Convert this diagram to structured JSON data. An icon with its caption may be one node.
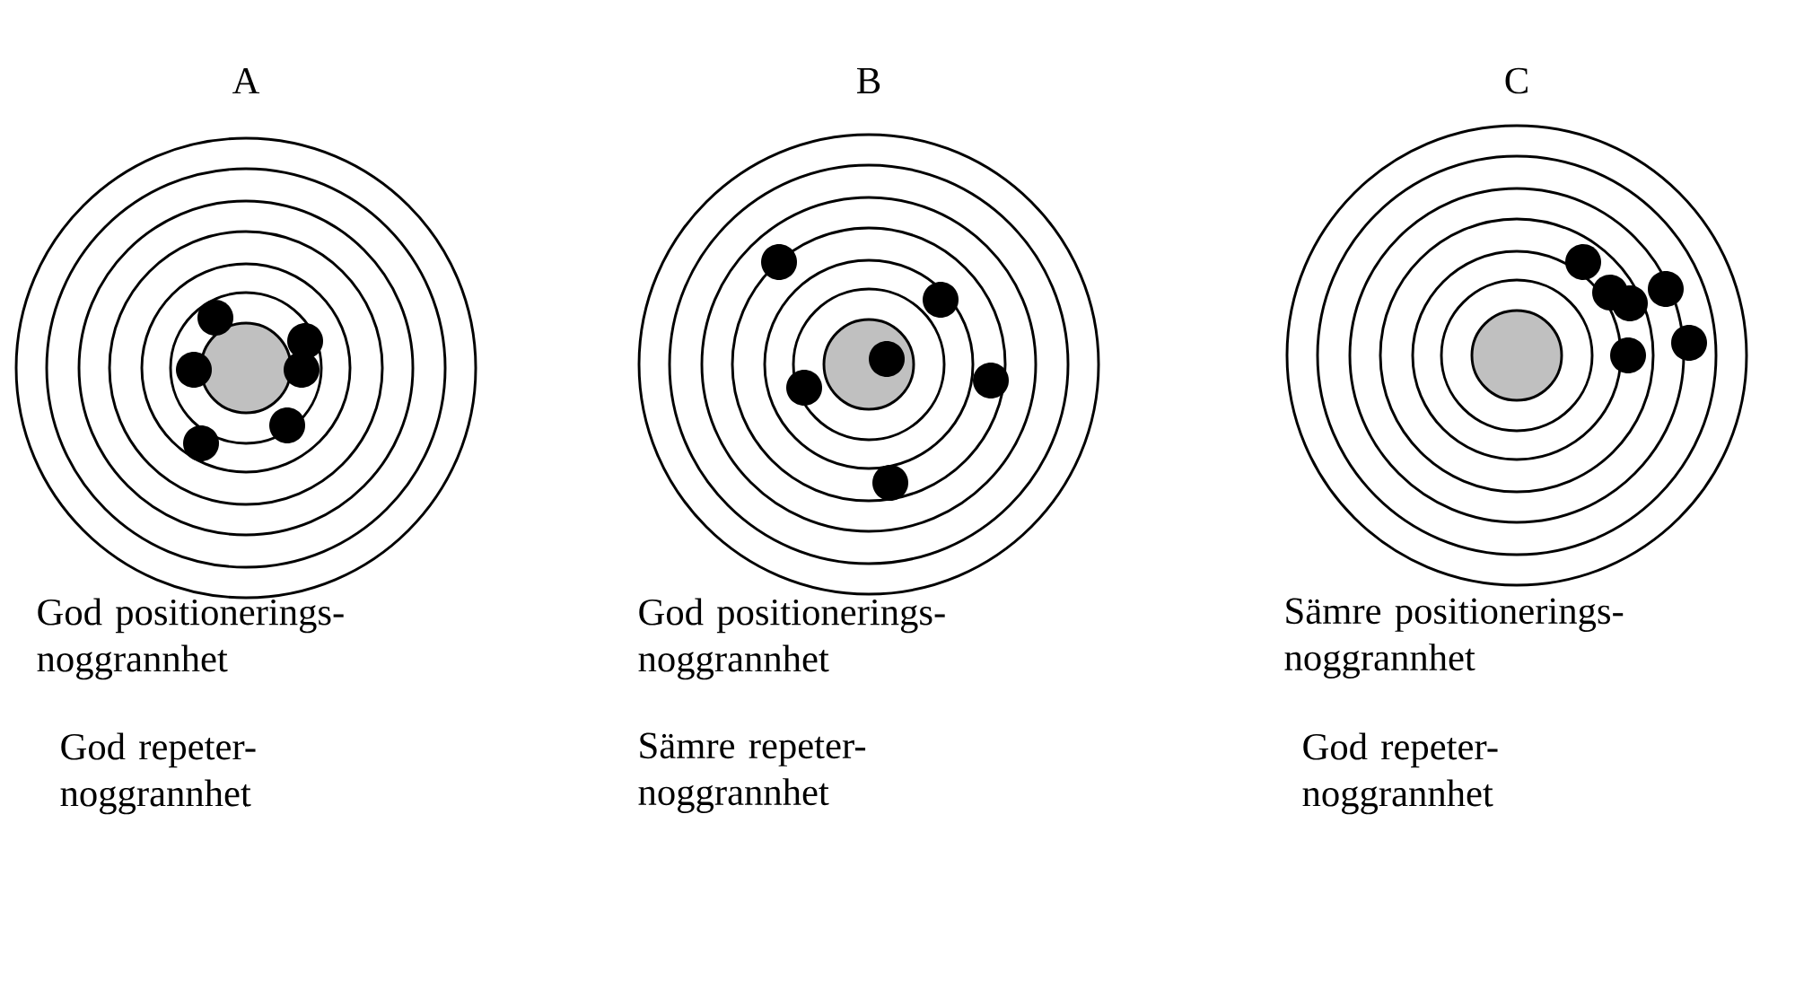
{
  "diagram": {
    "labels": [
      "A",
      "B",
      "C",
      "God positionerings- noggrannhet",
      "God positionerings- noggrannhet",
      "Sämre positionerings- noggrannhet",
      "God repeter- noggrannhet",
      "Sämre repeter- noggrannhet",
      "God repeter- noggrannhet"
    ]
  }
}
